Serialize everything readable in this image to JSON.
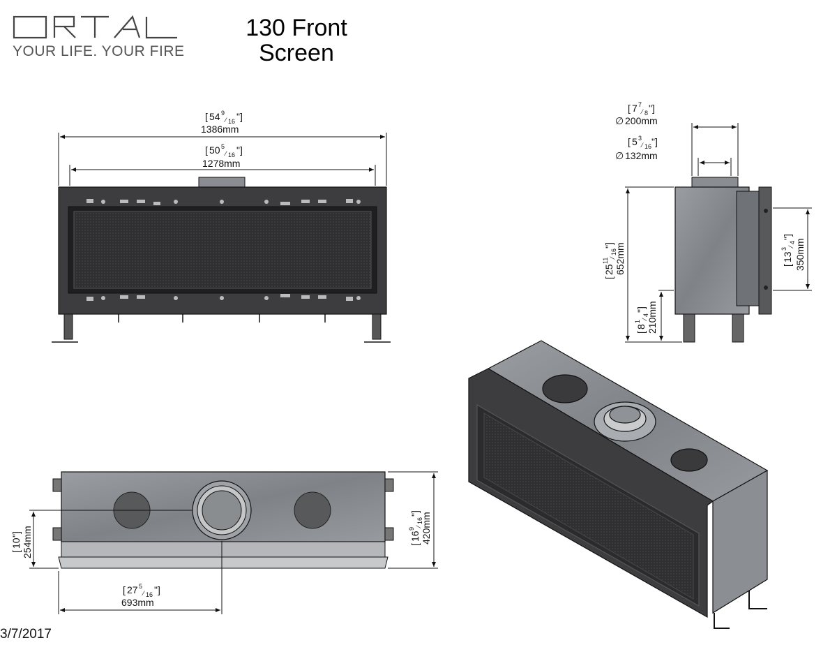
{
  "header": {
    "brand_tagline": "YOUR LIFE. YOUR FIRE",
    "title_line1": "130 Front",
    "title_line2": "Screen"
  },
  "footer": {
    "date": "3/7/2017"
  },
  "colors": {
    "stone": "#8e9296",
    "steel": "#3d3d3f",
    "glass": "#2b2b2d",
    "line": "#111111"
  },
  "front_view": {
    "overall_width": {
      "inch": "54",
      "num": "9",
      "den": "16",
      "mm": "1386mm"
    },
    "glass_width": {
      "inch": "50",
      "num": "5",
      "den": "16",
      "mm": "1278mm"
    }
  },
  "side_view": {
    "outer_flue": {
      "inch": "7",
      "num": "7",
      "den": "8",
      "mm": "200mm",
      "prefix": "∅"
    },
    "inner_flue": {
      "inch": "5",
      "num": "3",
      "den": "16",
      "mm": "132mm",
      "prefix": "∅"
    },
    "total_height": {
      "inch": "25",
      "num": "11",
      "den": "16",
      "mm": "652mm"
    },
    "glass_height": {
      "inch": "13",
      "num": "3",
      "den": "4",
      "mm": "350mm"
    },
    "base_height": {
      "inch": "8",
      "num": "1",
      "den": "4",
      "mm": "210mm"
    }
  },
  "top_view": {
    "depth": {
      "inch": "16",
      "num": "9",
      "den": "16",
      "mm": "420mm"
    },
    "flue_offset": {
      "inch": "10",
      "num": "",
      "den": "",
      "mm": "254mm"
    },
    "flue_center": {
      "inch": "27",
      "num": "5",
      "den": "16",
      "mm": "693mm"
    }
  }
}
